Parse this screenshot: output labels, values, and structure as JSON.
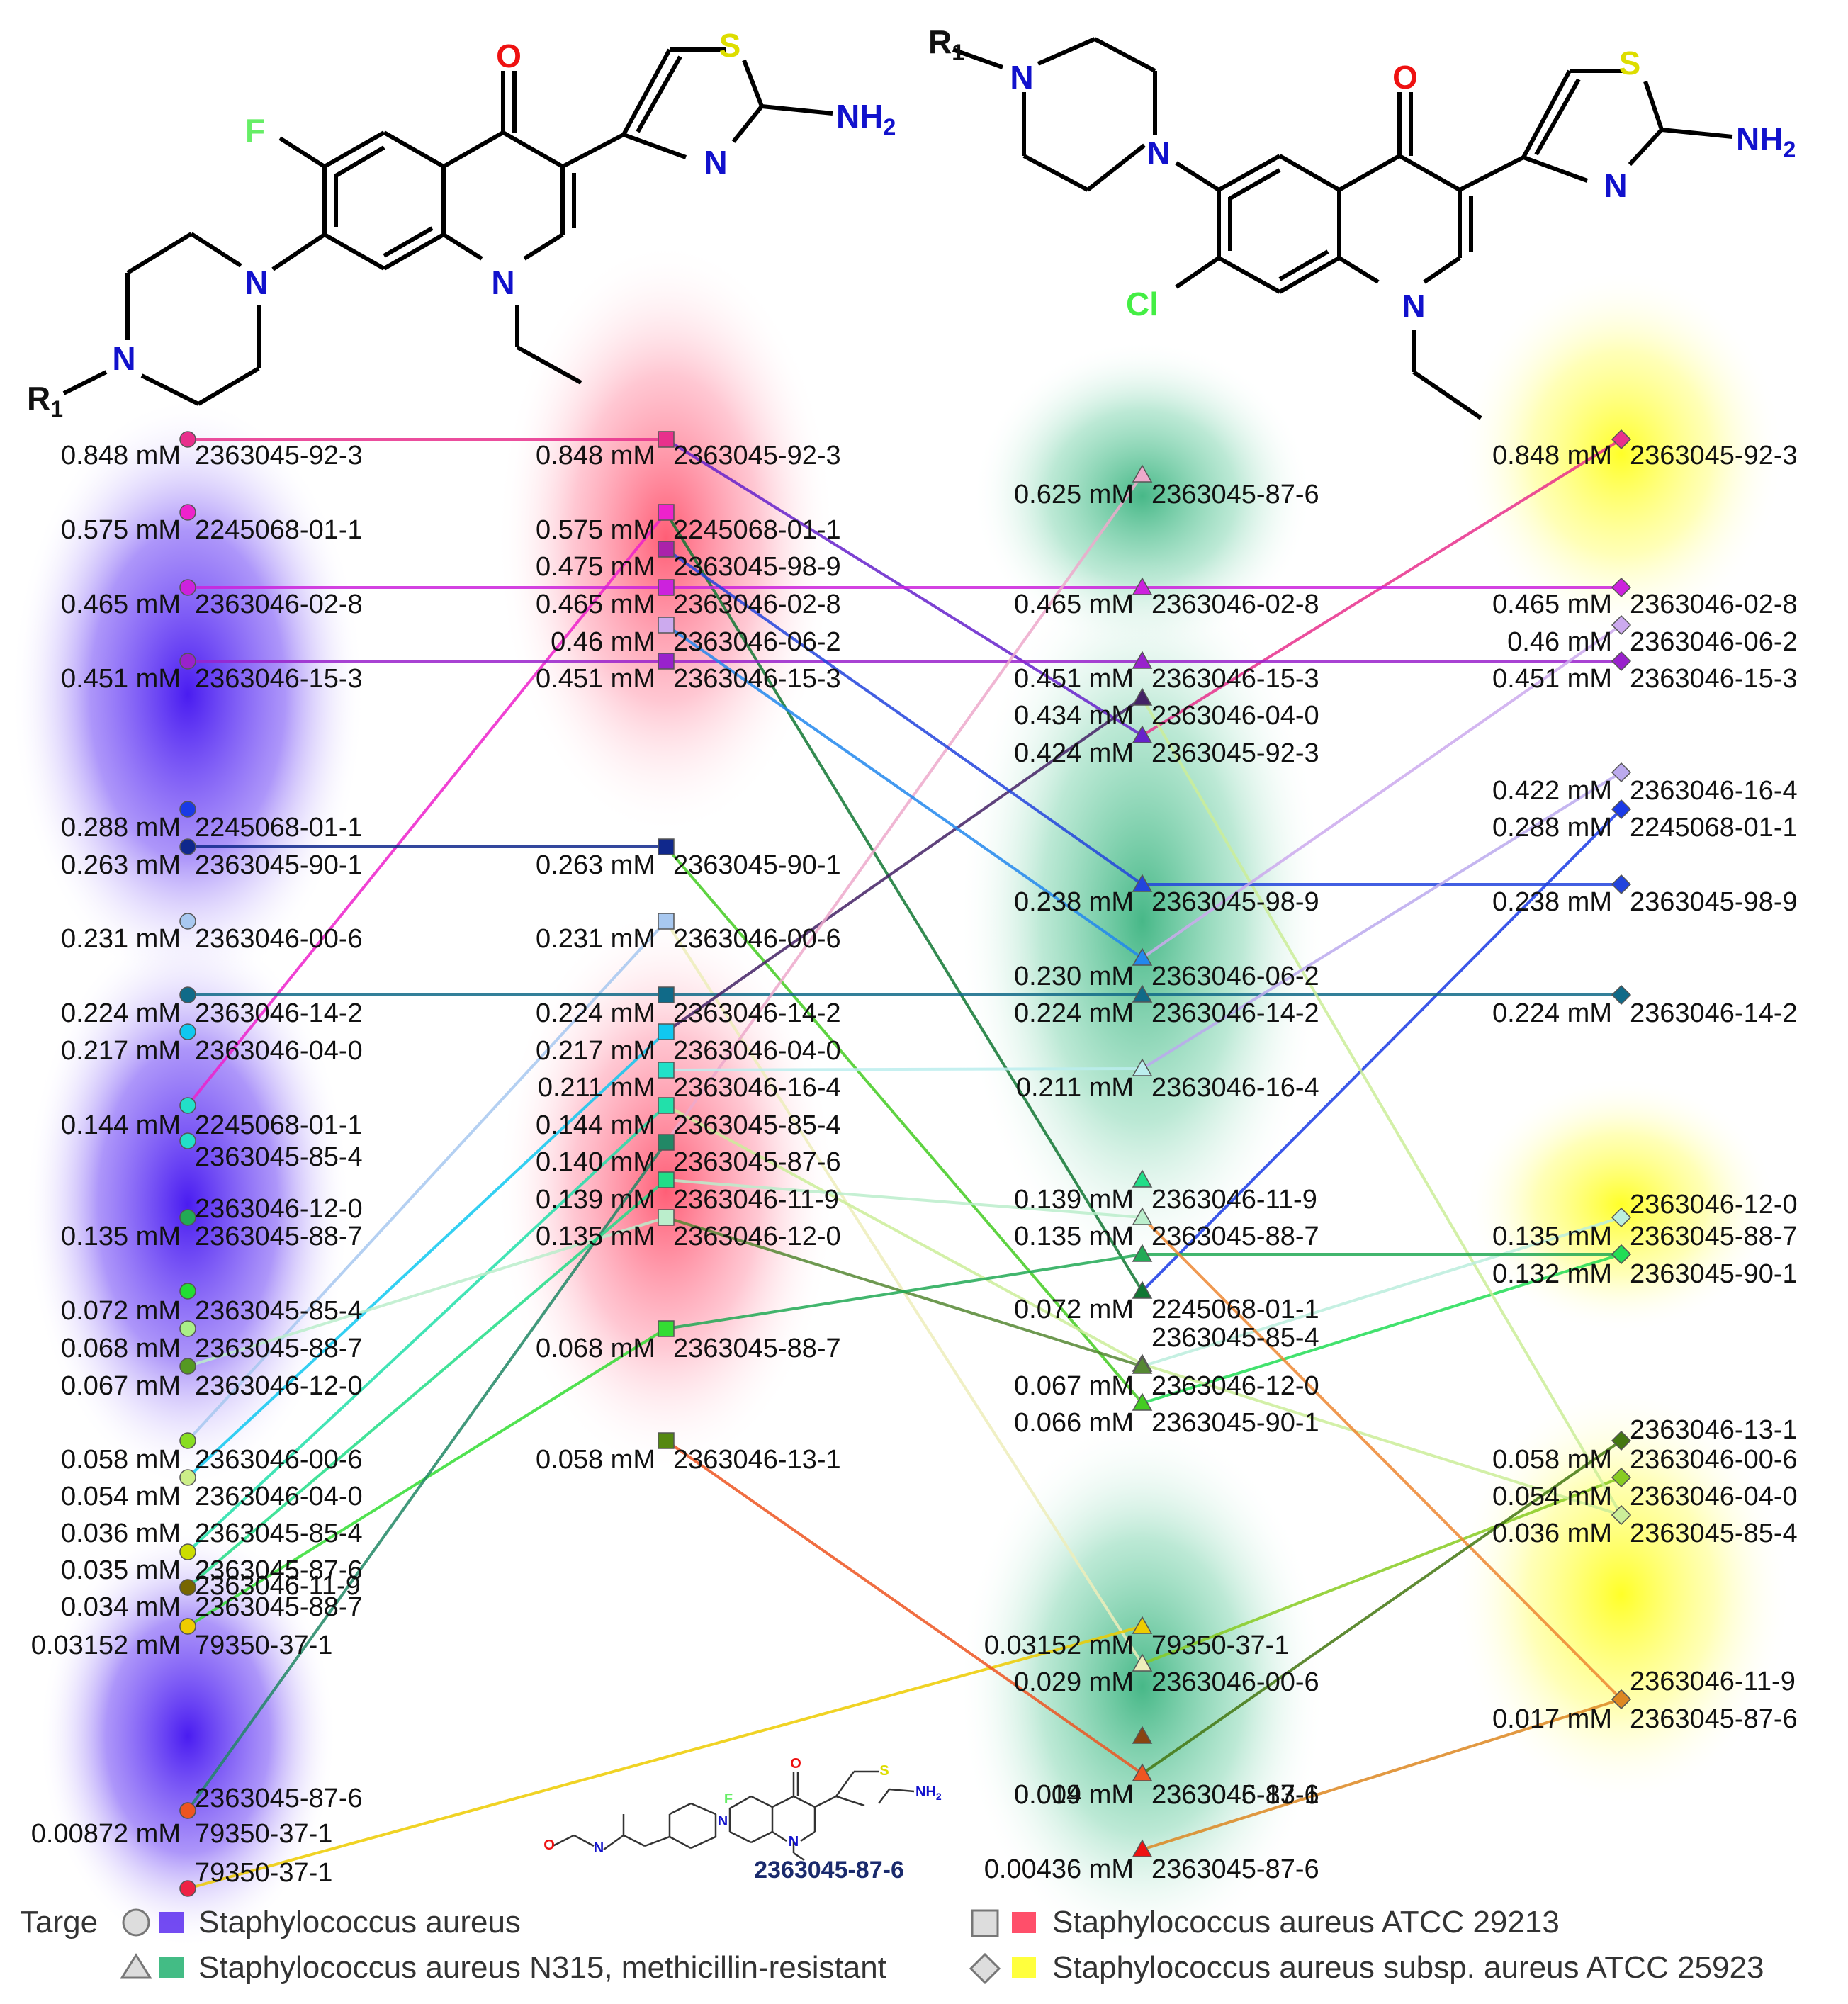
{
  "structures": {
    "left": {
      "O": "O",
      "S": "S",
      "F": "F",
      "NH2": "NH",
      "NH2_sub": "2",
      "N": "N",
      "R1": "R",
      "R1_sub": "1"
    },
    "right": {
      "O": "O",
      "S": "S",
      "Cl": "Cl",
      "NH2": "NH",
      "NH2_sub": "2",
      "N": "N",
      "R1": "R",
      "R1_sub": "1"
    },
    "inset": {
      "O": "O",
      "S": "S",
      "F": "F",
      "NH2": "NH",
      "NH2_sub": "2",
      "N": "N",
      "compound_id": "2363045-87-6"
    }
  },
  "legend": {
    "prefix": "Targe",
    "targets": [
      {
        "name": "Staphylococcus aureus",
        "marker": "circle",
        "color": "#5a2cf0"
      },
      {
        "name": "Staphylococcus aureus ATCC 29213",
        "marker": "square",
        "color": "#ff3050"
      },
      {
        "name": "Staphylococcus aureus N315, methicillin-resistant",
        "marker": "triangle",
        "color": "#22b070"
      },
      {
        "name": "Staphylococcus aureus subsp. aureus ATCC 25923",
        "marker": "diamond",
        "color": "#ffff33"
      }
    ]
  },
  "chart_data": {
    "type": "scatter",
    "unit": "mM",
    "columns": [
      {
        "target": "Staphylococcus aureus",
        "marker": "circle",
        "points": [
          {
            "value": "0.848",
            "compound": "2363045-92-3",
            "color": "#e8308c"
          },
          {
            "value": "0.575",
            "compound": "2245068-01-1",
            "color": "#ee22cc"
          },
          {
            "value": "0.465",
            "compound": "2363046-02-8",
            "color": "#cc22dd"
          },
          {
            "value": "0.451",
            "compound": "2363046-15-3",
            "color": "#9922cc"
          },
          {
            "value": "0.288",
            "compound": "2245068-01-1",
            "color": "#1a3ae6"
          },
          {
            "value": "0.263",
            "compound": "2363045-90-1",
            "color": "#10288c"
          },
          {
            "value": "0.231",
            "compound": "2363046-00-6",
            "color": "#a8c8f0"
          },
          {
            "value": "0.224",
            "compound": "2363046-14-2",
            "color": "#106a88"
          },
          {
            "value": "0.217",
            "compound": "2363046-04-0",
            "color": "#10c8f0"
          },
          {
            "value": "0.144",
            "compound": "2245068-01-1",
            "color": "#22e0c8"
          },
          {
            "value": "",
            "compound": "2363045-85-4",
            "color": "#22e0c8"
          },
          {
            "value": "",
            "compound": "2363046-12-0",
            "color": "#a8e8c0"
          },
          {
            "value": "0.135",
            "compound": "2363045-88-7",
            "color": "#22aa55"
          },
          {
            "value": "0.072",
            "compound": "2363045-85-4",
            "color": "#22dd33"
          },
          {
            "value": "0.068",
            "compound": "2363045-88-7",
            "color": "#aaee88"
          },
          {
            "value": "0.067",
            "compound": "2363046-12-0",
            "color": "#559922"
          },
          {
            "value": "0.058",
            "compound": "2363046-00-6",
            "color": "#88dd22"
          },
          {
            "value": "0.054",
            "compound": "2363046-04-0",
            "color": "#ccee88"
          },
          {
            "value": "0.036",
            "compound": "2363045-85-4",
            "color": "#ccdd00"
          },
          {
            "value": "0.035",
            "compound": "2363045-87-6",
            "color": "#886600"
          },
          {
            "value": "",
            "compound": "2363046-11-9",
            "color": "#776600"
          },
          {
            "value": "0.034",
            "compound": "2363045-88-7",
            "color": "#eecc00"
          },
          {
            "value": "0.03152",
            "compound": "79350-37-1",
            "color": "#eecc00"
          },
          {
            "value": "",
            "compound": "2363045-87-6",
            "color": "#f08850"
          },
          {
            "value": "0.00872",
            "compound": "79350-37-1",
            "color": "#ee5522"
          },
          {
            "value": "",
            "compound": "79350-37-1",
            "color": "#ee2244"
          }
        ]
      },
      {
        "target": "Staphylococcus aureus ATCC 29213",
        "marker": "square",
        "points": [
          {
            "value": "0.848",
            "compound": "2363045-92-3",
            "color": "#e8308c"
          },
          {
            "value": "0.575",
            "compound": "2245068-01-1",
            "color": "#ee22cc"
          },
          {
            "value": "0.475",
            "compound": "2363045-98-9",
            "color": "#aa22aa"
          },
          {
            "value": "0.465",
            "compound": "2363046-02-8",
            "color": "#cc22dd"
          },
          {
            "value": "0.46",
            "compound": "2363046-06-2",
            "color": "#ccaaee"
          },
          {
            "value": "0.451",
            "compound": "2363046-15-3",
            "color": "#9922cc"
          },
          {
            "value": "0.263",
            "compound": "2363045-90-1",
            "color": "#10288c"
          },
          {
            "value": "0.231",
            "compound": "2363046-00-6",
            "color": "#a8c8f0"
          },
          {
            "value": "0.224",
            "compound": "2363046-14-2",
            "color": "#106a88"
          },
          {
            "value": "0.217",
            "compound": "2363046-04-0",
            "color": "#10c8f0"
          },
          {
            "value": "0.211",
            "compound": "2363046-16-4",
            "color": "#22e0c8"
          },
          {
            "value": "0.144",
            "compound": "2363045-85-4",
            "color": "#22e0aa"
          },
          {
            "value": "0.140",
            "compound": "2363045-87-6",
            "color": "#228866"
          },
          {
            "value": "0.139",
            "compound": "2363046-11-9",
            "color": "#22dd88"
          },
          {
            "value": "0.135",
            "compound": "2363046-12-0",
            "color": "#bbeecc"
          },
          {
            "value": "0.068",
            "compound": "2363045-88-7",
            "color": "#33dd33"
          },
          {
            "value": "0.058",
            "compound": "2363046-13-1",
            "color": "#558811"
          }
        ]
      },
      {
        "target": "Staphylococcus aureus N315, methicillin-resistant",
        "marker": "triangle",
        "points": [
          {
            "value": "0.625",
            "compound": "2363045-87-6",
            "color": "#eeaacc"
          },
          {
            "value": "0.465",
            "compound": "2363046-02-8",
            "color": "#cc22dd"
          },
          {
            "value": "0.451",
            "compound": "2363046-15-3",
            "color": "#9922cc"
          },
          {
            "value": "0.434",
            "compound": "2363046-04-0",
            "color": "#442266"
          },
          {
            "value": "0.424",
            "compound": "2363045-92-3",
            "color": "#6622cc"
          },
          {
            "value": "0.238",
            "compound": "2363045-98-9",
            "color": "#2244dd"
          },
          {
            "value": "0.230",
            "compound": "2363046-06-2",
            "color": "#2288ee"
          },
          {
            "value": "0.224",
            "compound": "2363046-14-2",
            "color": "#106a88"
          },
          {
            "value": "0.211",
            "compound": "2363046-16-4",
            "color": "#bbeeee"
          },
          {
            "value": "",
            "compound": "",
            "color": "#22dd88"
          },
          {
            "value": "0.139",
            "compound": "2363046-11-9",
            "color": "#bbeecc"
          },
          {
            "value": "0.135",
            "compound": "2363045-88-7",
            "color": "#22aa55"
          },
          {
            "value": "0.072",
            "compound": "2245068-01-1",
            "color": "#117733"
          },
          {
            "value": "",
            "compound": "2363045-85-4",
            "color": "#ccee99"
          },
          {
            "value": "0.067",
            "compound": "2363046-12-0",
            "color": "#558833"
          },
          {
            "value": "0.066",
            "compound": "2363045-90-1",
            "color": "#44cc22"
          },
          {
            "value": "0.03152",
            "compound": "79350-37-1",
            "color": "#eecc00"
          },
          {
            "value": "0.029",
            "compound": "2363046-00-6",
            "color": "#eeeebb"
          },
          {
            "value": "",
            "compound": "",
            "color": "#884411"
          },
          {
            "value": "0.014",
            "compound": "2363046-13-1",
            "color": "#ee5522"
          },
          {
            "value": "0.009",
            "compound": "2363045-87-6",
            "color": "#ee5522"
          },
          {
            "value": "0.00436",
            "compound": "2363045-87-6",
            "color": "#ee1111"
          }
        ]
      },
      {
        "target": "Staphylococcus aureus subsp. aureus ATCC 25923",
        "marker": "diamond",
        "points": [
          {
            "value": "0.848",
            "compound": "2363045-92-3",
            "color": "#e8308c"
          },
          {
            "value": "0.465",
            "compound": "2363046-02-8",
            "color": "#cc22dd"
          },
          {
            "value": "0.46",
            "compound": "2363046-06-2",
            "color": "#ccaaee"
          },
          {
            "value": "0.451",
            "compound": "2363046-15-3",
            "color": "#9922cc"
          },
          {
            "value": "0.422",
            "compound": "2363046-16-4",
            "color": "#bbaaee"
          },
          {
            "value": "0.288",
            "compound": "2245068-01-1",
            "color": "#1a3ae6"
          },
          {
            "value": "0.238",
            "compound": "2363045-98-9",
            "color": "#2244dd"
          },
          {
            "value": "0.224",
            "compound": "2363046-14-2",
            "color": "#106a88"
          },
          {
            "value": "",
            "compound": "2363046-12-0",
            "color": "#bbeedd"
          },
          {
            "value": "0.135",
            "compound": "2363045-88-7",
            "color": "#22aa55"
          },
          {
            "value": "0.132",
            "compound": "2363045-90-1",
            "color": "#22dd55"
          },
          {
            "value": "",
            "compound": "2363046-13-1",
            "color": "#447711"
          },
          {
            "value": "0.058",
            "compound": "2363046-00-6",
            "color": "#88cc22"
          },
          {
            "value": "0.054",
            "compound": "2363046-04-0",
            "color": "#ccee99"
          },
          {
            "value": "0.036",
            "compound": "2363045-85-4",
            "color": "#ccee99"
          },
          {
            "value": "",
            "compound": "2363046-11-9",
            "color": "#ee8833"
          },
          {
            "value": "0.017",
            "compound": "2363045-87-6",
            "color": "#dd8822"
          }
        ]
      }
    ]
  }
}
